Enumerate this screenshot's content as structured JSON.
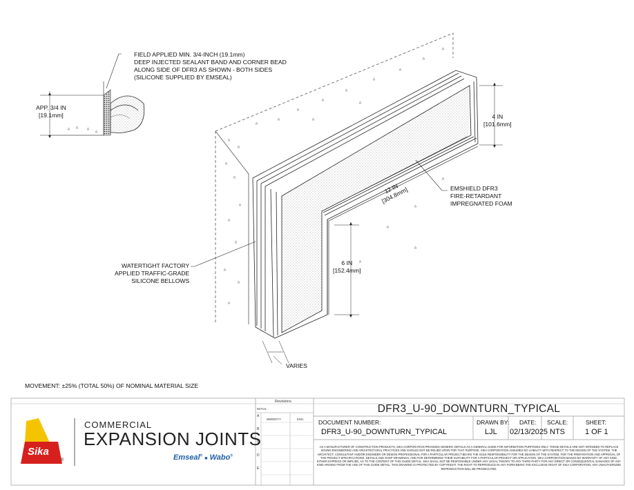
{
  "labels": {
    "field_applied": [
      "FIELD APPLIED MIN. 3/4-INCH (19.1mm)",
      "DEEP INJECTED SEALANT BAND AND CORNER BEAD",
      "ALONG SIDE OF DFR3 AS SHOWN - BOTH SIDES",
      "(SILICONE SUPPLIED BY EMSEAL)"
    ],
    "app_dim": [
      "APP. 3/4 IN",
      "[19.1mm]"
    ],
    "four_in": [
      "4 IN",
      "[101.6mm]"
    ],
    "emshield": [
      "EMSHIELD DFR3",
      "FIRE-RETARDANT",
      "IMPREGNATED FOAM"
    ],
    "twelve_in": [
      "12 IN",
      "[304.8mm]"
    ],
    "watertight": [
      "WATERTIGHT FACTORY",
      "APPLIED TRAFFIC-GRADE",
      "SILICONE BELLOWS"
    ],
    "six_in": [
      "6 IN",
      "[152.4mm]"
    ],
    "varies": "VARIES",
    "movement": "MOVEMENT: ±25% (TOTAL 50%) OF NOMINAL MATERIAL SIZE"
  },
  "brand": {
    "logo_text": "Sika",
    "line1": "COMMERCIAL",
    "line2": "EXPANSION JOINTS",
    "sub_left": "Emseal",
    "sub_sep": "■",
    "sub_right": "Wabo",
    "reg": "®",
    "red": "#d6201d",
    "yellow": "#f5c400",
    "blue": "#1f5fa6"
  },
  "revisions": {
    "title": "Revisions",
    "initial": "INITIAL",
    "date_col": "MM/DD/YY",
    "eng_col": "ENG.",
    "rows": [
      "A",
      "B",
      "C",
      "D",
      "E"
    ]
  },
  "title_block": {
    "drawing_title": "DFR3_U-90_DOWNTURN_TYPICAL",
    "doc_number_label": "DOCUMENT NUMBER:",
    "doc_number": "DFR3_U-90_DOWNTURN_TYPICAL",
    "drawn_by_label": "DRAWN BY:",
    "drawn_by": "LJL",
    "date_label": "DATE:",
    "date": "02/13/2025",
    "scale_label": "SCALE:",
    "scale": "NTS",
    "sheet_label": "SHEET:",
    "sheet": "1 OF 1",
    "disclaimer": "AS A MANUFACTURER OF CONSTRUCTION PRODUCTS, SIKA CORPORATION PROVIDES GENERIC DETAILS AS A GENERAL GUIDE FOR INFORMATION PURPOSES ONLY. THESE DETAILS ARE NOT INTENDED TO REPLACE SOUND ENGINEERING AND ARCHITECTURAL PRACTICES AND SHOULD NOT BE RELIED UPON FOR THAT PURPOSE. SIKA CORPORATION ASSUMES NO LIABILITY WITH RESPECT TO THE DESIGN OF THE SYSTEM. THE ARCHITECT, CONSULTANT AND/OR ENGINEER OR DESIGN PROFESSIONAL FOR A PARTICULAR PROJECT BEARS THE SOLE RESPONSIBILITY FOR THE DESIGN OF THE SYSTEM, FOR THE PREPARATION AND APPROVAL OF THE PROJECT SPECIFICATIONS, DETAILS AND SHOP DRAWINGS, AND FOR DETERMINING THEIR SUITABILITY FOR A PARTICULAR PROJECT OR APPLICATION. SIKA CORPORATION MAKES NO WARRANTY OF ANY KIND, EITHER EXPRESS OR IMPLIED, AS TO THE CONTENT OF THIS GUIDE DETAIL. SIKA SHALL NOT BE RESPONSIBLE UNDER ANY LEGAL THEORY TO ANY THIRD PARTY FOR ANY DIRECT OR CONSEQUENTIAL DAMAGES OF ANY KIND ARISING FROM THE USE OF THIS GUIDE DETAIL. THIS DRAWING IS PROTECTED BY COPYRIGHT. THE RIGHT TO REPRODUCE IN ANY FORM BEING THE EXCLUSIVE RIGHT OF SIKA CORPORATION. ANY UNAUTHORIZED REPRODUCTION WILL BE PROSECUTED."
  }
}
